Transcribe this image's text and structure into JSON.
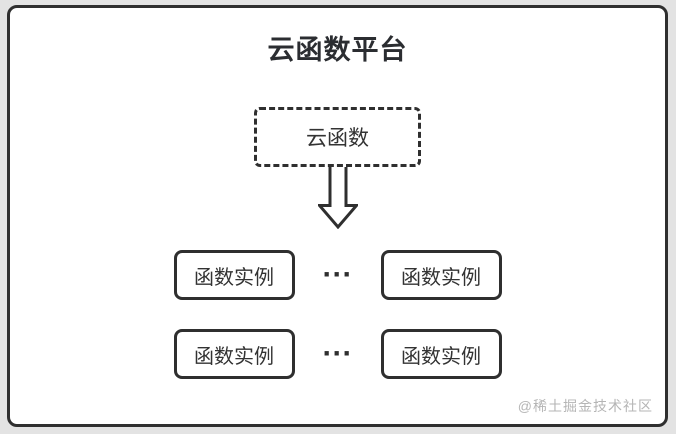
{
  "diagram": {
    "title": "云函数平台",
    "cloud_function": {
      "label": "云函数"
    },
    "arrow": {
      "icon": "down-arrow-icon",
      "direction": "down"
    },
    "rows": [
      {
        "left": "函数实例",
        "ellipsis": "···",
        "right": "函数实例"
      },
      {
        "left": "函数实例",
        "ellipsis": "···",
        "right": "函数实例"
      }
    ],
    "watermark": "@稀土掘金技术社区",
    "colors": {
      "outline": "#2f2f2f",
      "text": "#333333",
      "title_text": "#2b2d31",
      "watermark": "#b5b5b5",
      "page_background": "#e3e3e3",
      "panel_background": "#ffffff"
    }
  }
}
